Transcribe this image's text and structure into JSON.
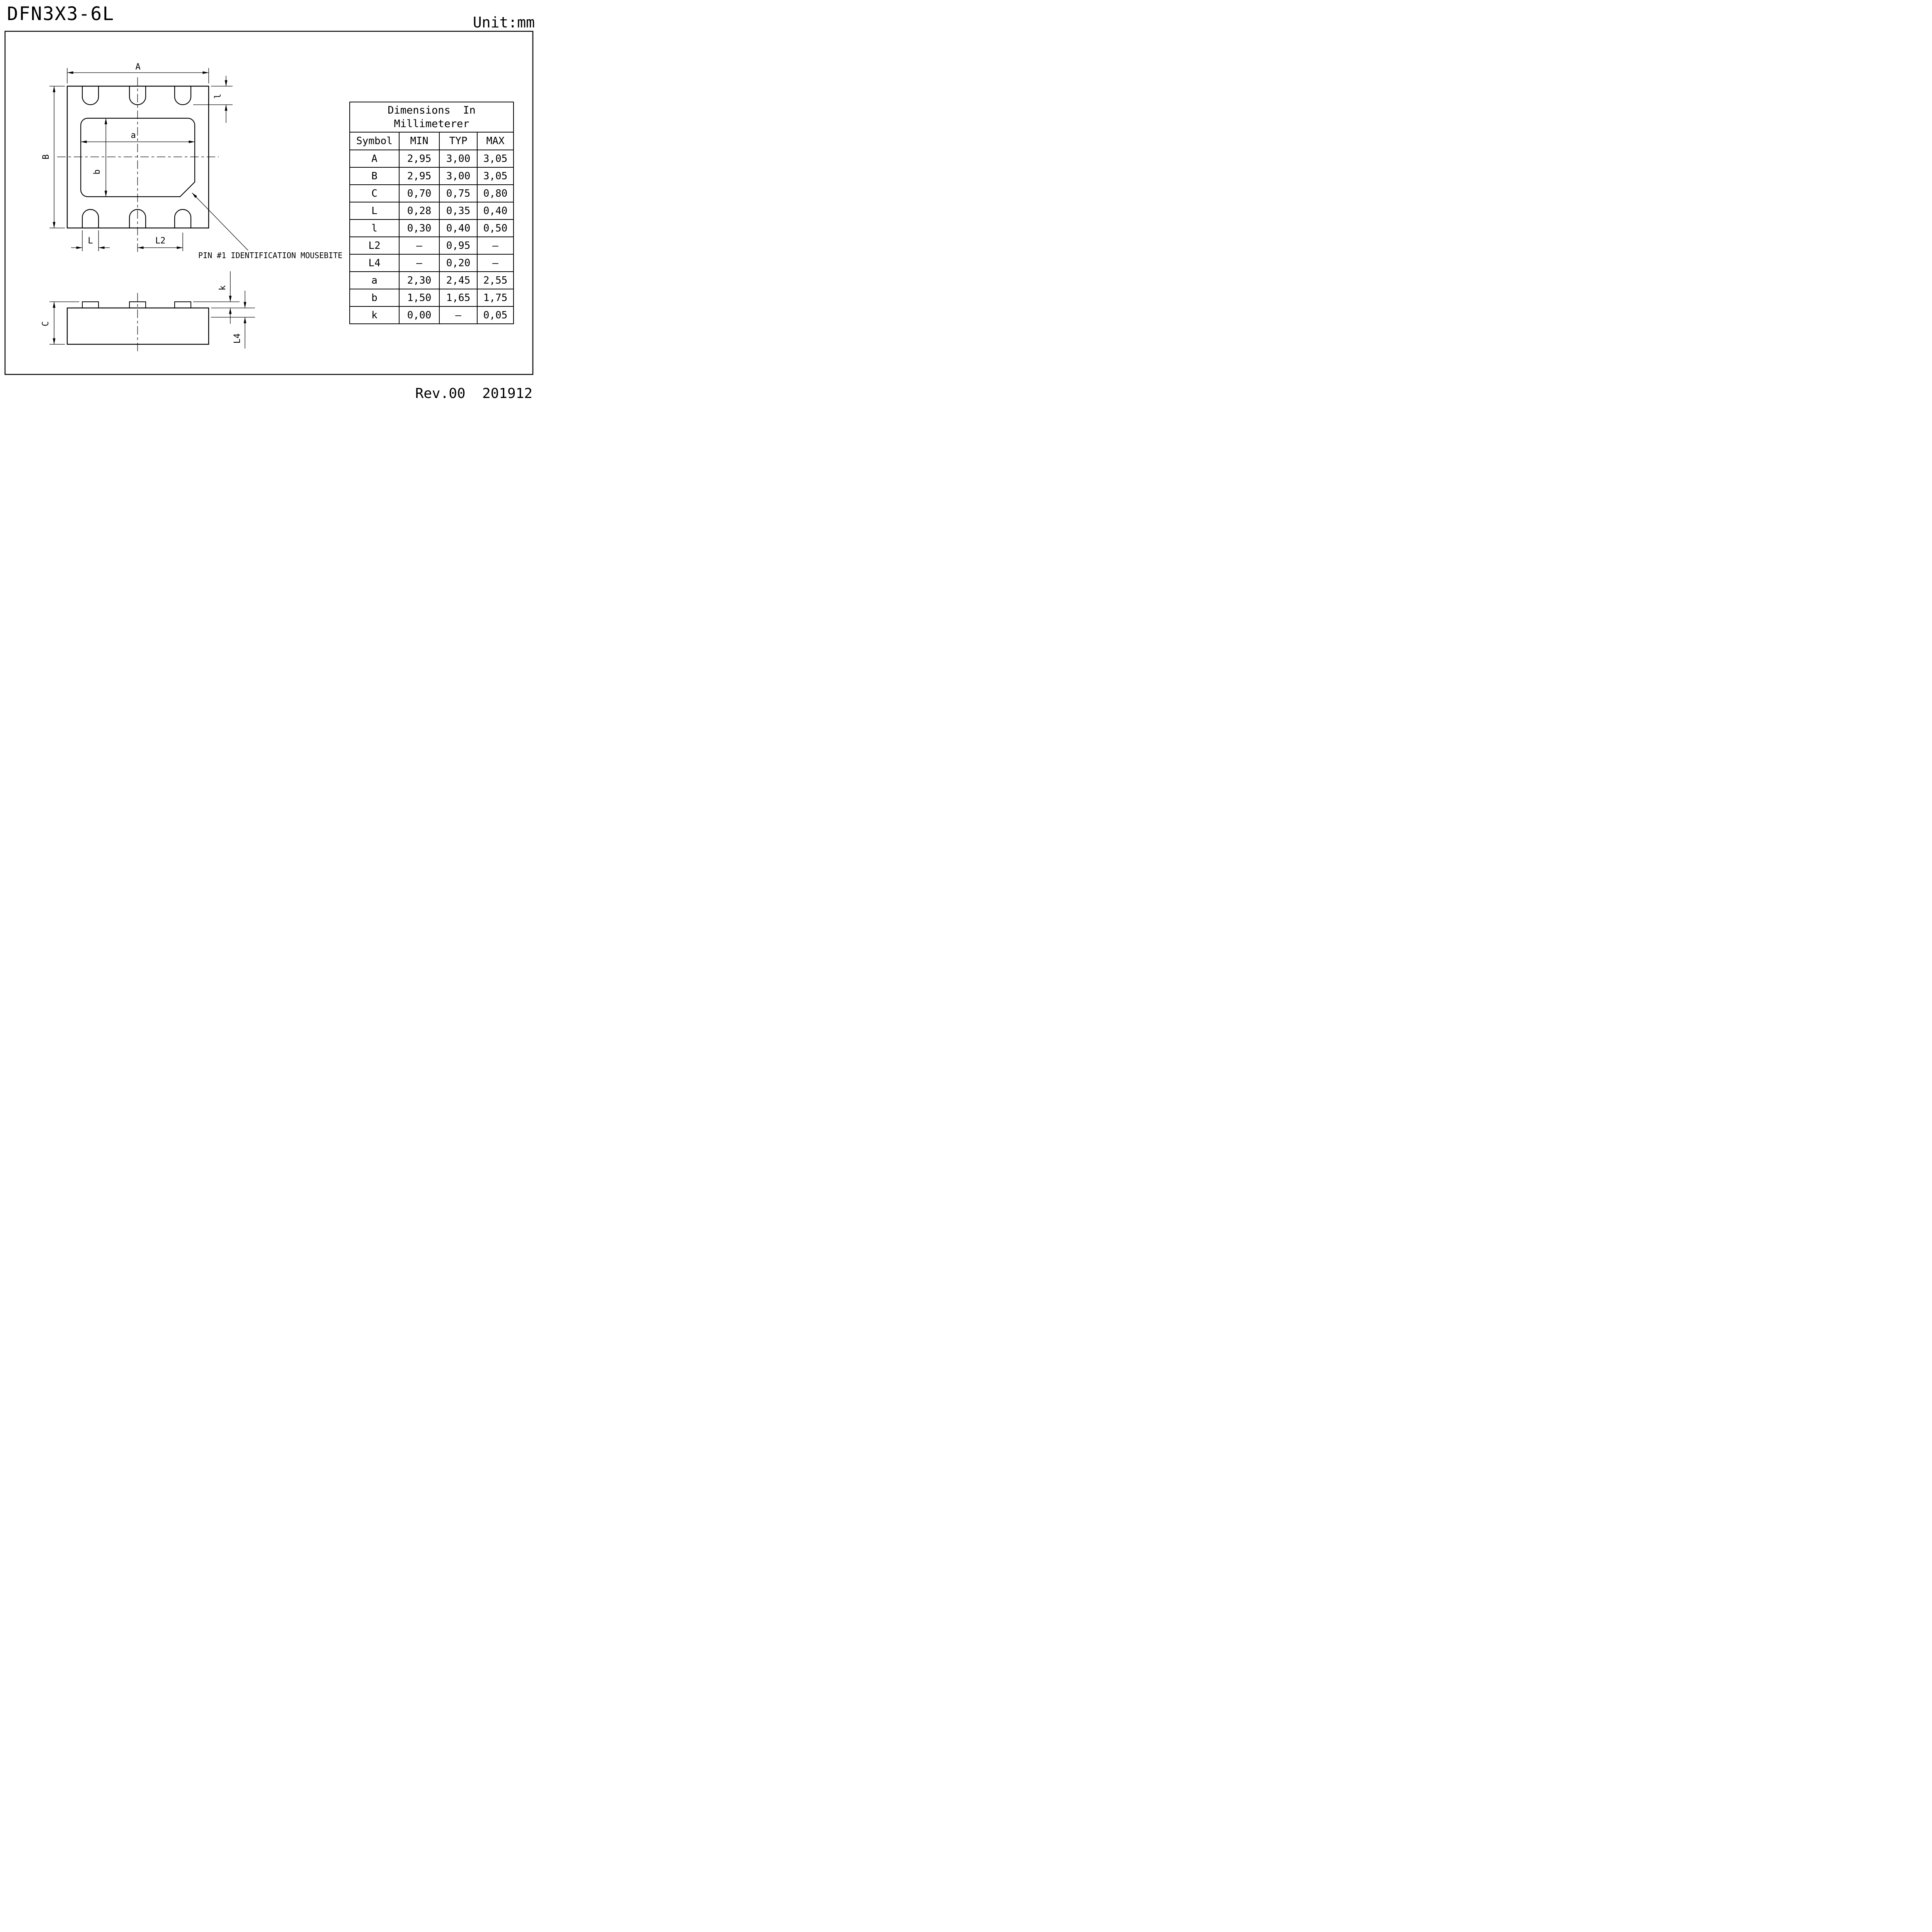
{
  "header": {
    "title": "DFN3X3-6L",
    "unit": "Unit:mm"
  },
  "top_view": {
    "dim_A": "A",
    "dim_B": "B",
    "dim_a": "a",
    "dim_b": "b",
    "dim_l": "l",
    "dim_L": "L",
    "dim_L2": "L2",
    "pin1_note": "PIN #1 IDENTIFICATION MOUSEBITE"
  },
  "side_view": {
    "dim_C": "C",
    "dim_k": "k",
    "dim_L4": "L4"
  },
  "table": {
    "title_line1": "Dimensions  In",
    "title_line2": "Millimeterer",
    "headers": [
      "Symbol",
      "MIN",
      "TYP",
      "MAX"
    ],
    "rows": [
      {
        "symbol": "A",
        "min": "2,95",
        "typ": "3,00",
        "max": "3,05"
      },
      {
        "symbol": "B",
        "min": "2,95",
        "typ": "3,00",
        "max": "3,05"
      },
      {
        "symbol": "C",
        "min": "0,70",
        "typ": "0,75",
        "max": "0,80"
      },
      {
        "symbol": "L",
        "min": "0,28",
        "typ": "0,35",
        "max": "0,40"
      },
      {
        "symbol": "l",
        "min": "0,30",
        "typ": "0,40",
        "max": "0,50"
      },
      {
        "symbol": "L2",
        "min": "–",
        "typ": "0,95",
        "max": "–"
      },
      {
        "symbol": "L4",
        "min": "–",
        "typ": "0,20",
        "max": "–"
      },
      {
        "symbol": "a",
        "min": "2,30",
        "typ": "2,45",
        "max": "2,55"
      },
      {
        "symbol": "b",
        "min": "1,50",
        "typ": "1,65",
        "max": "1,75"
      },
      {
        "symbol": "k",
        "min": "0,00",
        "typ": "–",
        "max": "0,05"
      }
    ]
  },
  "footer": {
    "revision": "Rev.00  201912"
  },
  "colors": {
    "ink": "#000000",
    "paper": "#ffffff"
  }
}
